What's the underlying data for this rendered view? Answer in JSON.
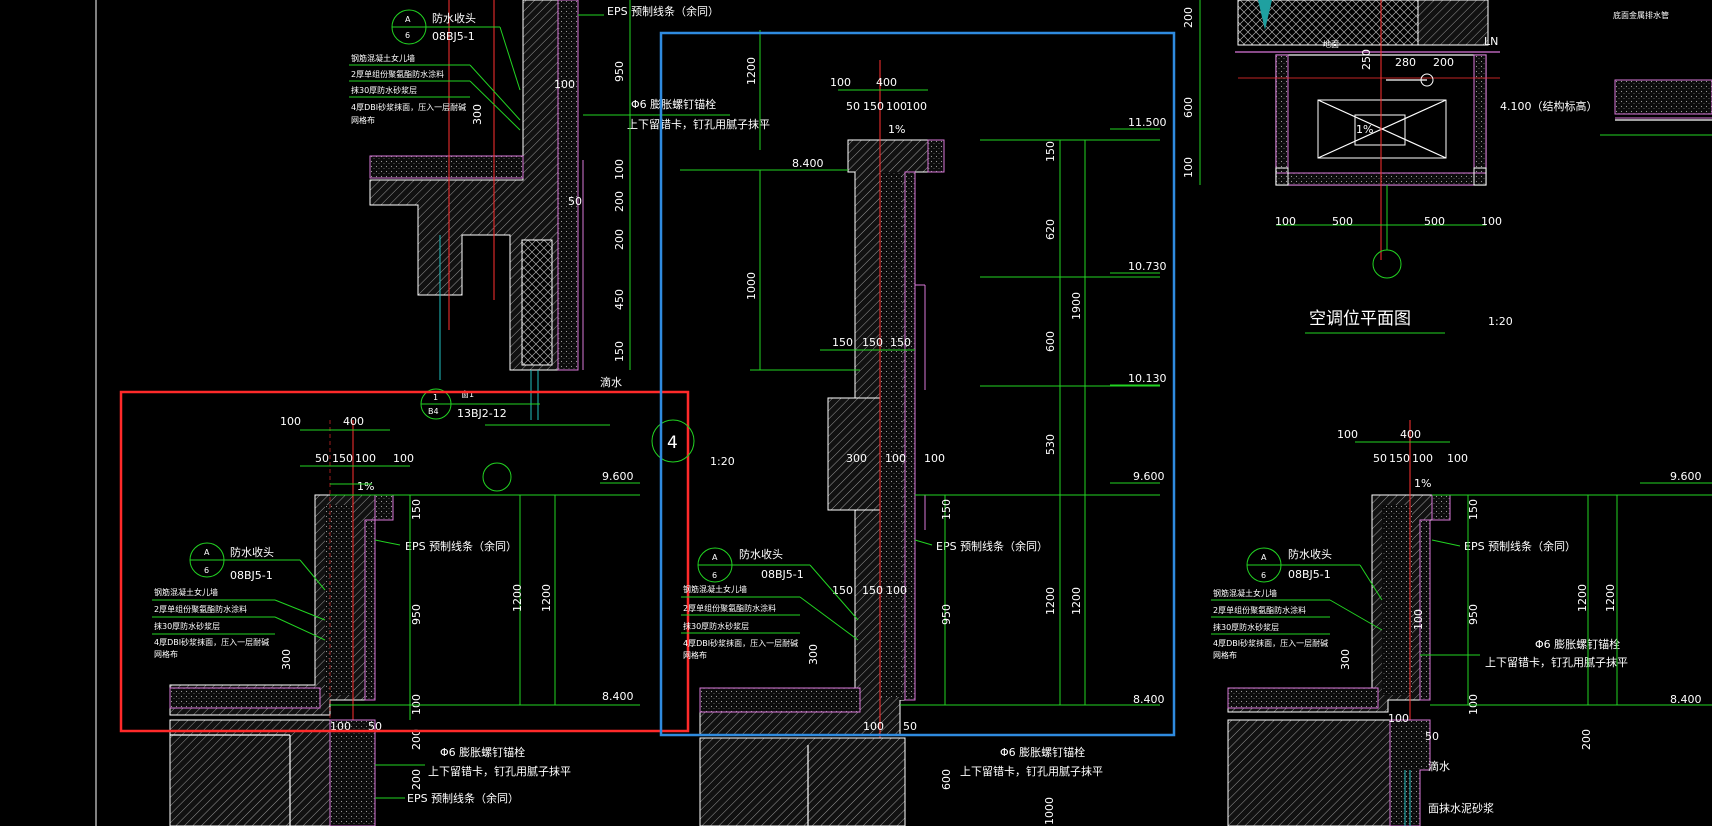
{
  "title_plan": "空调位平面图",
  "scale_1_20": "1:20",
  "detail_number": "4",
  "elevations": {
    "e11500": "11.500",
    "e10730": "10.730",
    "e10130": "10.130",
    "e9600": "9.600",
    "e8400": "8.400",
    "e4100": "4.100（结构标高）"
  },
  "notes": {
    "waterproof_head": "防水收头",
    "ref_08bj5": "08BJ5-1",
    "ref_13bj2": "13BJ2-12",
    "index_a": "A",
    "index_6": "6",
    "index_1": "1",
    "index_b4": "B4",
    "eps_line": "EPS 预制线条（余同）",
    "anchor_bolt": "Φ6 膨胀螺钉锚栓",
    "clamp_note": "上下留错卡，钉孔用腻子抹平",
    "water_drip": "滴水",
    "finish_plaster": "面抹水泥砂浆",
    "mesh_layer1": "钢筋混凝土女儿墙",
    "mesh_layer2": "2厚单组份聚氨酯防水涂料",
    "mesh_layer3": "抹30厚防水砂浆层",
    "mesh_layer4": "4厚DBI砂浆抹面，压入一层耐碱",
    "mesh_layer5": "网格布",
    "gutter": "底面金属排水管",
    "ln": "LN",
    "floor_label": "地面",
    "door_label": "窗1",
    "slope": "1%"
  },
  "dims": {
    "d100": "100",
    "d400": "400",
    "d50": "50",
    "d150": "150",
    "d300": "300",
    "d200": "200",
    "d450": "450",
    "d620": "620",
    "d600": "600",
    "d530": "530",
    "d950": "950",
    "d1000": "1000",
    "d1200": "1200",
    "d1900": "1900",
    "d500": "500",
    "d280": "280",
    "d250": "250"
  },
  "colors": {
    "background": "#000000",
    "dimension_lines": "#22d322",
    "outline": "#ffffff",
    "finish_layer": "#d977d9",
    "axis": "#ff3030",
    "highlight_red_box": "#ff2a2a",
    "highlight_blue_box": "#2f8bdf",
    "cyan_lines": "#20c0c0"
  }
}
